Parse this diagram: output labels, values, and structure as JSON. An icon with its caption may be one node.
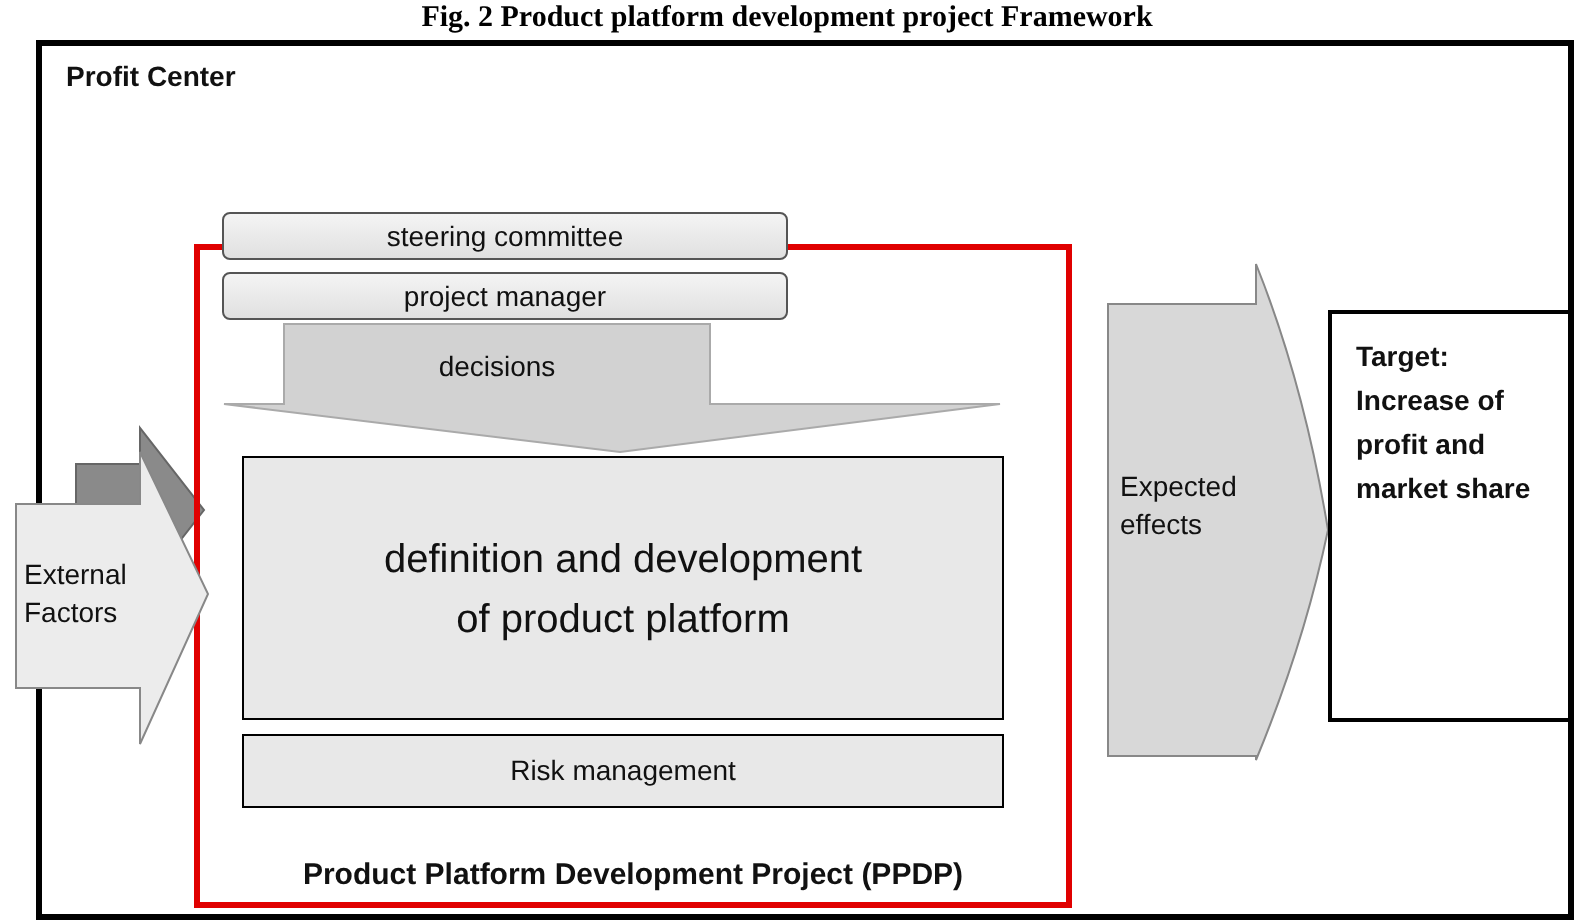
{
  "diagram": {
    "title": "Fig. 2 Product platform development project Framework",
    "nodes": [
      {
        "text": [
          "Profit Center"
        ]
      },
      {
        "text": [
          "Product Platform Development Project (PPDP)"
        ],
        "in": 0
      },
      {
        "text": [
          "steering committee"
        ],
        "in": 0
      },
      {
        "text": [
          "project manager"
        ],
        "in": 1
      },
      {
        "text": [
          "decisions"
        ],
        "in": 1
      },
      {
        "text": [
          "definition and development of product platform"
        ],
        "in": 1
      },
      {
        "text": [
          "Risk management"
        ],
        "in": 1
      },
      {
        "text": [
          "External Factors"
        ]
      },
      {
        "text": [
          "Expected effects"
        ],
        "in": 0
      },
      {
        "text": [
          "Target: Increase of profit and market share"
        ],
        "in": 0
      }
    ],
    "edges": []
  }
}
